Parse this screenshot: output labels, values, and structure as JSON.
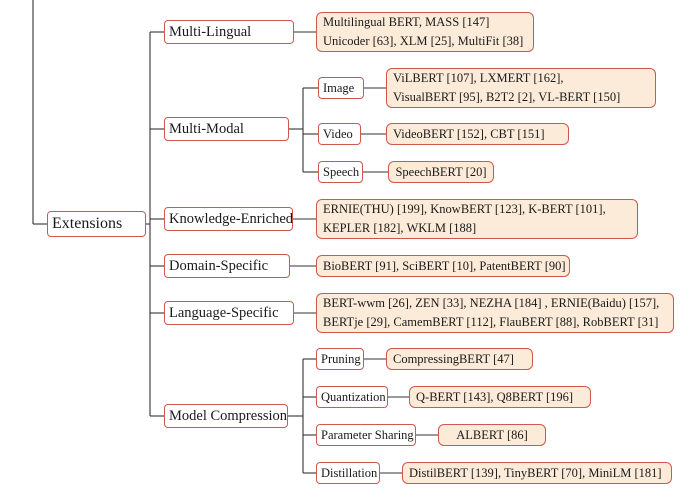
{
  "root": {
    "label": "Extensions"
  },
  "categories": {
    "multilingual": {
      "label": "Multi-Lingual",
      "lines": [
        "Multilingual BERT, MASS [147]",
        "Unicoder [63], XLM [25], MultiFit [38]"
      ]
    },
    "multimodal": {
      "label": "Multi-Modal",
      "image": {
        "label": "Image",
        "lines": [
          "ViLBERT [107], LXMERT [162],",
          "VisualBERT [95], B2T2 [2], VL-BERT [150]"
        ]
      },
      "video": {
        "label": "Video",
        "lines": [
          "VideoBERT [152], CBT [151]"
        ]
      },
      "speech": {
        "label": "Speech",
        "lines": [
          "SpeechBERT [20]"
        ]
      }
    },
    "knowledge": {
      "label": "Knowledge-Enriched",
      "lines": [
        "ERNIE(THU) [199], KnowBERT [123], K-BERT [101],",
        "KEPLER [182], WKLM [188]"
      ]
    },
    "domain": {
      "label": "Domain-Specific",
      "lines": [
        "BioBERT [91], SciBERT [10], PatentBERT [90]"
      ]
    },
    "language": {
      "label": "Language-Specific",
      "lines": [
        "BERT-wwm [26], ZEN [33], NEZHA [184] , ERNIE(Baidu) [157],",
        "BERTje [29], CamemBERT [112], FlauBERT [88], RobBERT [31]"
      ]
    },
    "compression": {
      "label": "Model Compression",
      "pruning": {
        "label": "Pruning",
        "lines": [
          "CompressingBERT [47]"
        ]
      },
      "quantization": {
        "label": "Quantization",
        "lines": [
          "Q-BERT [143], Q8BERT [196]"
        ]
      },
      "sharing": {
        "label": "Parameter Sharing",
        "lines": [
          "ALBERT [86]"
        ]
      },
      "distillation": {
        "label": "Distillation",
        "lines": [
          "DistilBERT [139], TinyBERT [70], MiniLM [181]"
        ]
      }
    }
  },
  "colors": {
    "border": "#d0574f",
    "leaf_fill": "#fcebd8",
    "line": "#333333"
  }
}
